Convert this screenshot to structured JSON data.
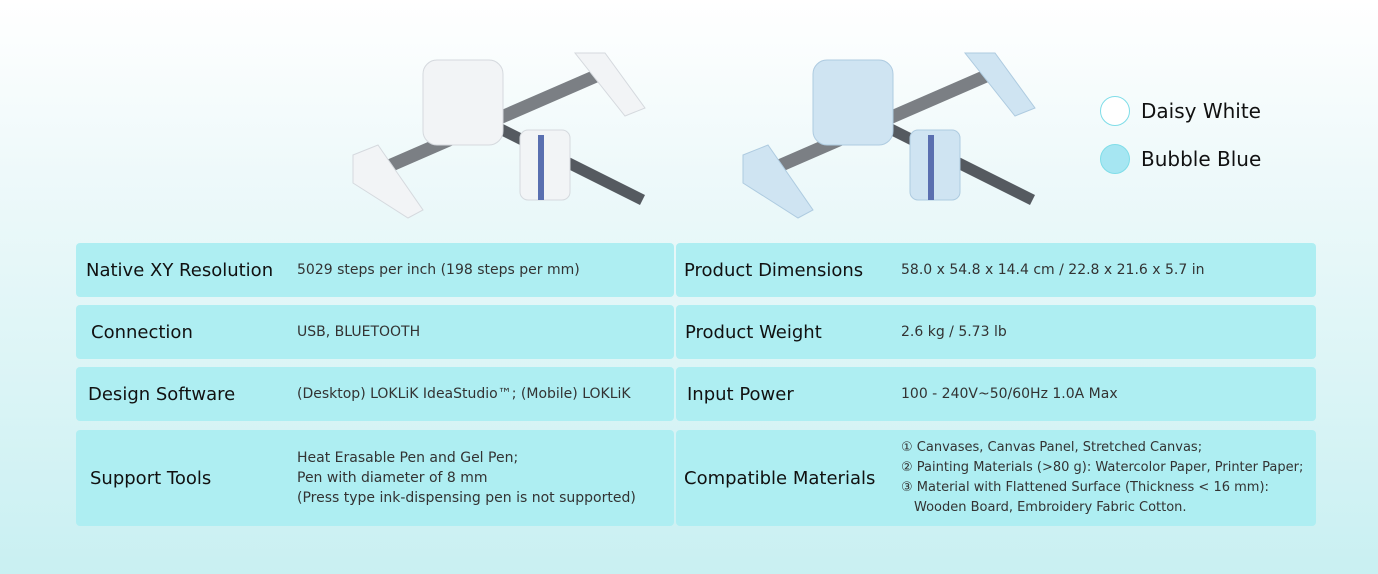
{
  "colors": [
    {
      "name": "Daisy White",
      "hex": "#ffffff"
    },
    {
      "name": "Bubble Blue",
      "hex": "#a6e6f2"
    }
  ],
  "products": [
    {
      "variant": "Daisy White",
      "body_color": "#f2f4f6"
    },
    {
      "variant": "Bubble Blue",
      "body_color": "#cfe4f2"
    }
  ],
  "specs": {
    "native_xy": {
      "label": "Native XY Resolution",
      "value": "5029 steps per inch (198 steps per mm)"
    },
    "dimensions": {
      "label": "Product Dimensions",
      "value": "58.0 x 54.8 x 14.4 cm / 22.8 x 21.6 x 5.7 in"
    },
    "connection": {
      "label": "Connection",
      "value": "USB, BLUETOOTH"
    },
    "weight": {
      "label": "Product Weight",
      "value": "2.6 kg / 5.73 lb"
    },
    "software": {
      "label": "Design Software",
      "value": "(Desktop) LOKLiK IdeaStudio™; (Mobile) LOKLiK"
    },
    "power": {
      "label": "Input Power",
      "value": "100 - 240V~50/60Hz 1.0A Max"
    },
    "tools": {
      "label": "Support Tools",
      "lines": [
        "Heat Erasable Pen and Gel Pen;",
        "Pen with diameter of 8 mm",
        "(Press type ink-dispensing pen is not supported)"
      ]
    },
    "materials": {
      "label": "Compatible Materials",
      "lines": [
        "① Canvases, Canvas Panel, Stretched Canvas;",
        "② Painting Materials (>80 g): Watercolor Paper, Printer Paper;",
        "③ Material with Flattened Surface (Thickness < 16 mm):",
        "Wooden Board, Embroidery Fabric Cotton."
      ]
    }
  }
}
